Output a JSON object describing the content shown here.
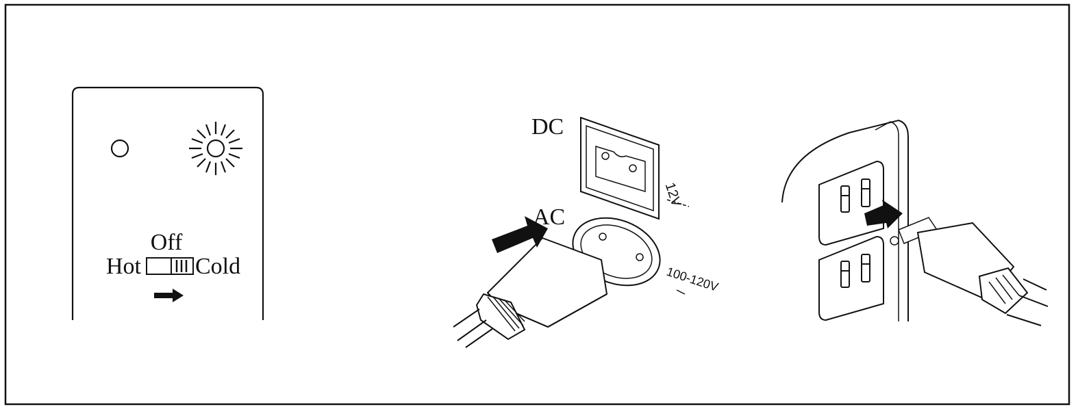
{
  "control_panel": {
    "switch_off": "Off",
    "switch_hot": "Hot",
    "switch_cold": "Cold"
  },
  "power_socket": {
    "dc_label": "DC",
    "dc_voltage": "12V",
    "ac_label": "AC",
    "ac_voltage": "100-120V"
  },
  "colors": {
    "line": "#111111",
    "background": "#ffffff"
  }
}
